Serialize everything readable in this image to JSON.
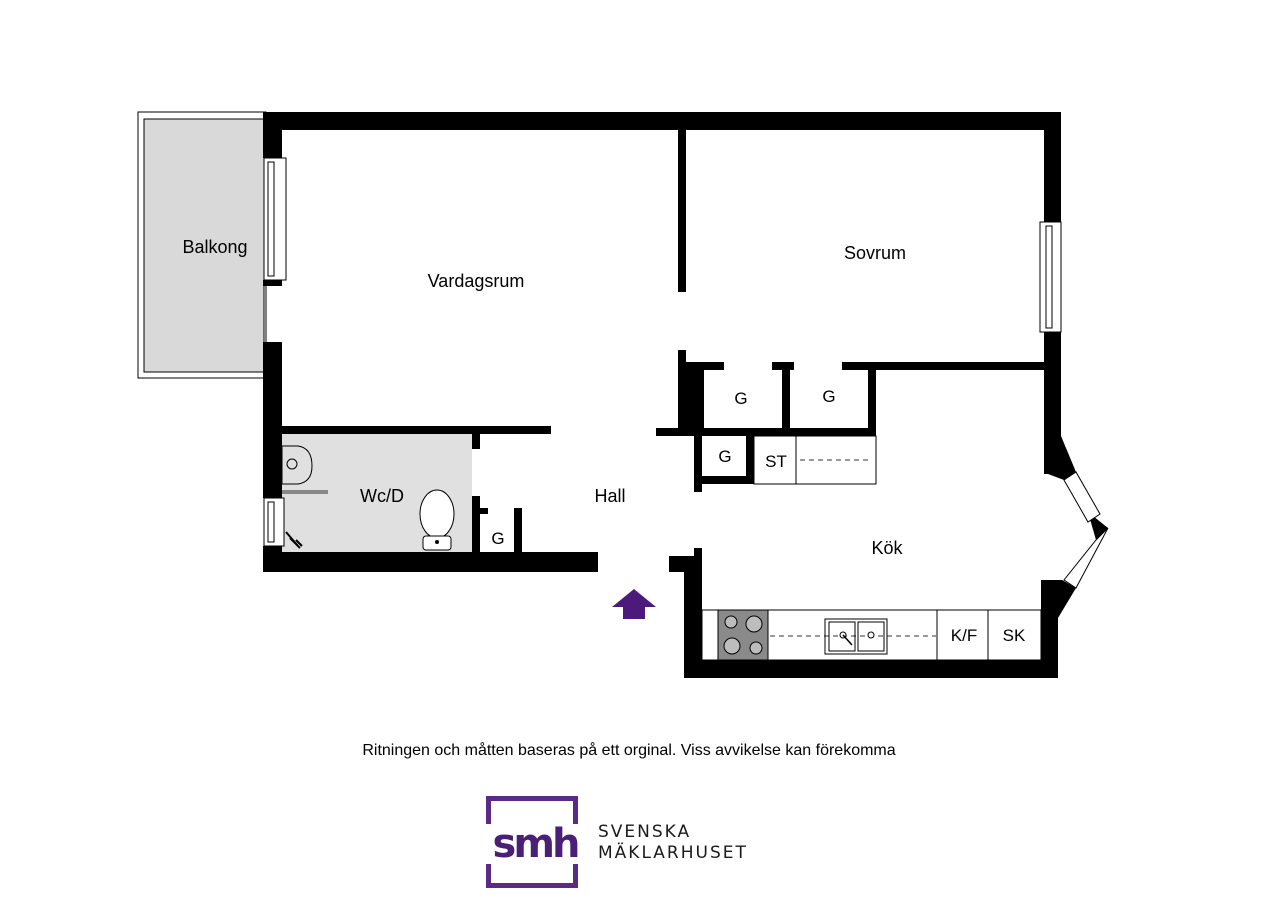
{
  "rooms": {
    "balkong": "Balkong",
    "vardagsrum": "Vardagsrum",
    "sovrum": "Sovrum",
    "wc": "Wc/D",
    "hall": "Hall",
    "kok": "Kök"
  },
  "closets": {
    "g1": "G",
    "g2": "G",
    "g3": "G",
    "g4": "G",
    "st": "ST"
  },
  "kitchen": {
    "kf": "K/F",
    "sk": "SK"
  },
  "colors": {
    "wall": "#000000",
    "balcony_fill": "#d9d9d9",
    "bath_fill": "#e0e0e0",
    "entrance_arrow": "#4b1a7a",
    "brand": "#5b2a86"
  },
  "disclaimer": "Ritningen och måtten baseras på ett orginal. Viss avvikelse kan förekomma",
  "logo": {
    "mark": "smh",
    "line1": "SVENSKA",
    "line2": "MÄKLARHUSET"
  }
}
